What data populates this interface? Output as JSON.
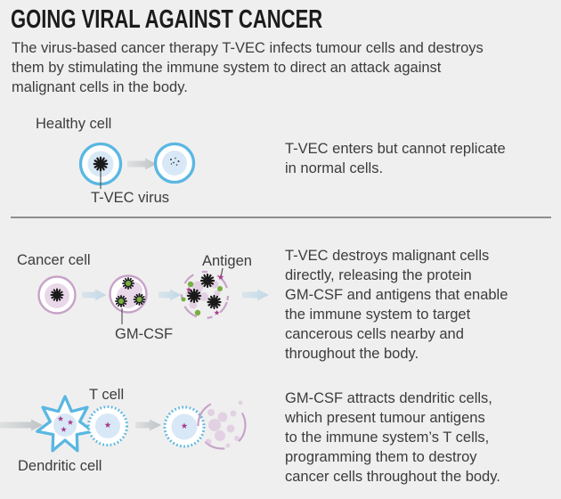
{
  "colors": {
    "bg": "#f0efef",
    "title": "#1c1c1c",
    "text": "#3c3c3c",
    "divider": "#8e8e8e",
    "blue_stroke": "#5ab7e2",
    "blue_fill": "#d8e8f6",
    "pink_stroke": "#c6a3c8",
    "pink_fill": "#e9d7ea",
    "pink_blob": "#d5b9da",
    "green": "#77af40",
    "magenta": "#a93a8c",
    "virus": "#1a1a1a",
    "arrow_grey_from": "#dfe0e1",
    "arrow_grey_to": "#c2c6c9",
    "arrow_blue_from": "#d9e5ec",
    "arrow_blue_to": "#c4dae5"
  },
  "icons": {
    "virus": "12-spoke spiky ball",
    "gmcsf_virus": "spiky ball with green core",
    "antigen": "small magenta four/five-point star",
    "arrow": "right-pointing block arrow",
    "healthy_cell": "blue ringed circle",
    "cancer_cell": "pink ringed circle",
    "t_cell": "serrated blue circle",
    "dendritic_cell": "blue spiky star blob",
    "dying_cell": "dashed pink ring with fading blobs"
  },
  "header": {
    "title": "GOING VIRAL AGAINST CANCER",
    "intro_lines": [
      "The virus-based cancer therapy T-VEC infects tumour cells and destroys",
      "them by stimulating the immune system to direct an attack against",
      "malignant cells in the body."
    ]
  },
  "rows": [
    {
      "name": "healthy-cell-row",
      "labels": {
        "cell": "Healthy cell",
        "virus": "T-VEC virus"
      },
      "caption_lines": [
        "T-VEC enters but cannot replicate",
        "in normal cells."
      ]
    },
    {
      "name": "cancer-cell-row",
      "labels": {
        "cell": "Cancer cell",
        "protein": "GM-CSF",
        "antigen": "Antigen"
      },
      "caption_lines": [
        "T-VEC destroys malignant cells",
        "directly, releasing the protein",
        "GM-CSF and antigens that enable",
        "the immune system to target",
        "cancerous cells nearby and",
        "throughout the body."
      ]
    },
    {
      "name": "dendritic-cell-row",
      "labels": {
        "tcell": "T cell",
        "dendritic": "Dendritic cell"
      },
      "caption_lines": [
        "GM-CSF attracts dendritic cells,",
        "which present tumour antigens",
        "to the immune system’s T cells,",
        "programming them to destroy",
        "cancer cells throughout the body."
      ]
    }
  ]
}
